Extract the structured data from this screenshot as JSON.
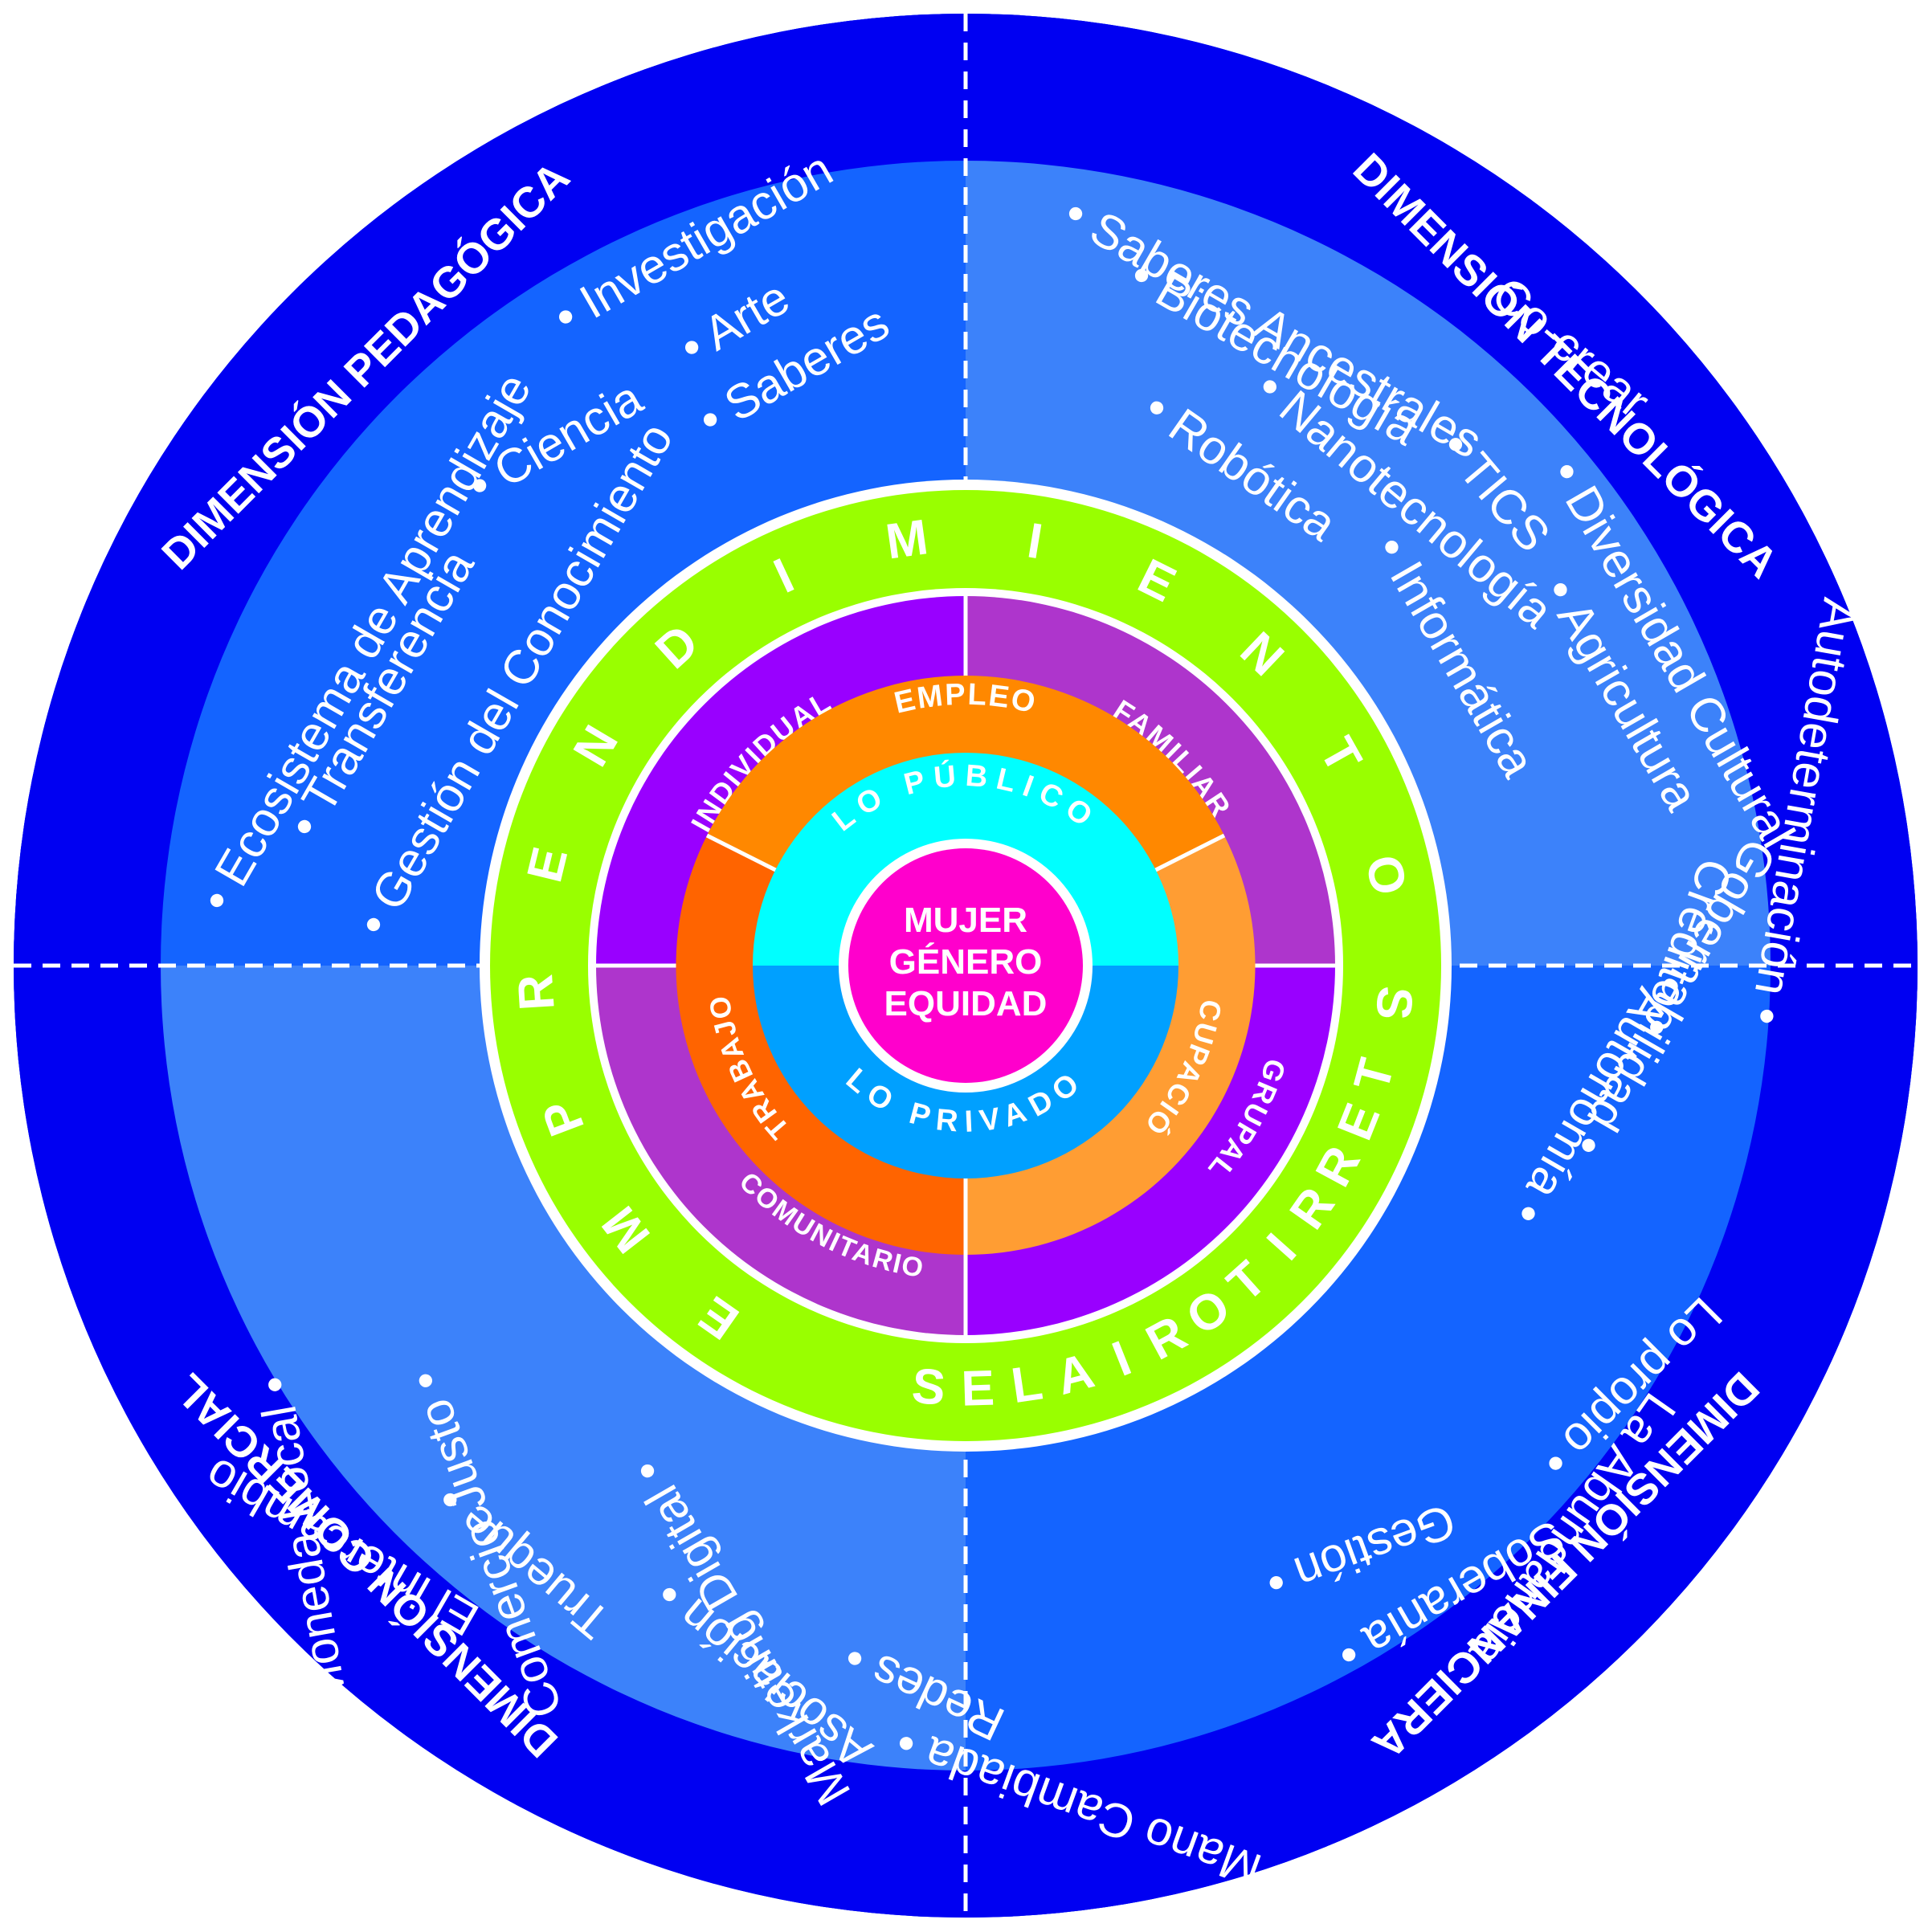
{
  "colors": {
    "outer_ring": "#0000F2",
    "quadrant_dark": "#1464FF",
    "quadrant_light": "#3C82FA",
    "emprendimientos_ring": "#99FF00",
    "purple_light": "#AE35CC",
    "purple_dark": "#9900FF",
    "orange": "#FF8800",
    "orange_red": "#FF6400",
    "orange_light": "#FF9D33",
    "cyan": "#00FFFF",
    "sky": "#00A0FF",
    "magenta": "#FF00CC"
  },
  "dimensions": {
    "pedagogica": {
      "title": "DIMENSIÓN PEDAGÓGICA",
      "items": [
        "• Investigación",
        "• Arte",
        "• Saberes",
        "• Ecosistema de Aprendizaje",
        "• Ciencia",
        "• Transferencia",
        "• Gestión del Conocimiento"
      ]
    },
    "tecnologica": {
      "title": "DIMENSIÓN TECNOLÓGICA",
      "items": [
        "Co-crear",
        "• Saberes Ancestrales",
        "• Biotecnología",
        "• Nanotecnología",
        "• Robótica",
        "• TICS",
        "• Diversidad Cultural",
        "• Agricultura",
        "• Informática"
      ]
    },
    "comercial": {
      "title": "DIMENSIÓN COMERCIAL",
      "items": [
        "El intercambio",
        "Moneda Local •",
        "Comercio Justo •",
        "Marketing Digital •",
        "Trueque •",
        "Asociación •",
        "Redes •",
        "Mano Cambiada •"
      ]
    },
    "financiera": {
      "title": "DIMENSIÓN FINANCIERA",
      "items": [
        "La Abundancia",
        "Autodeterminación •",
        "Crédito •",
        "Gobernabilidad •",
        "Autonomía •",
        "Lo propio •",
        "Gestión •",
        "Soberanía •"
      ]
    }
  },
  "emprendimientos_label": "EMPRENDIMIENTOS TERRITORIALES",
  "emprendimientos_letters": [
    "E",
    "M",
    "P",
    "R",
    "E",
    "N",
    "D",
    "I",
    "M",
    "I",
    "E",
    "N",
    "T",
    "O",
    "S",
    "T",
    "E",
    "R",
    "R",
    "I",
    "T",
    "O",
    "R",
    "I",
    "A",
    "L",
    "E",
    "S"
  ],
  "social_levels": {
    "individual": "INDIVIDUAL",
    "familiar": "FAMILIAR",
    "grupal": "GRUPAL",
    "comunitario": "COMUNITARIO"
  },
  "activities": {
    "empleo": "EMPLEO",
    "ocupacion": "OCUPACIÓN",
    "trabajo": "TRABAJO"
  },
  "spheres": {
    "publico": "LO PÚBLICO",
    "privado": "LO PRIVADO"
  },
  "center": {
    "line1": "MUJER",
    "line2": "GÉNERO",
    "line3": "EQUIDAD"
  }
}
